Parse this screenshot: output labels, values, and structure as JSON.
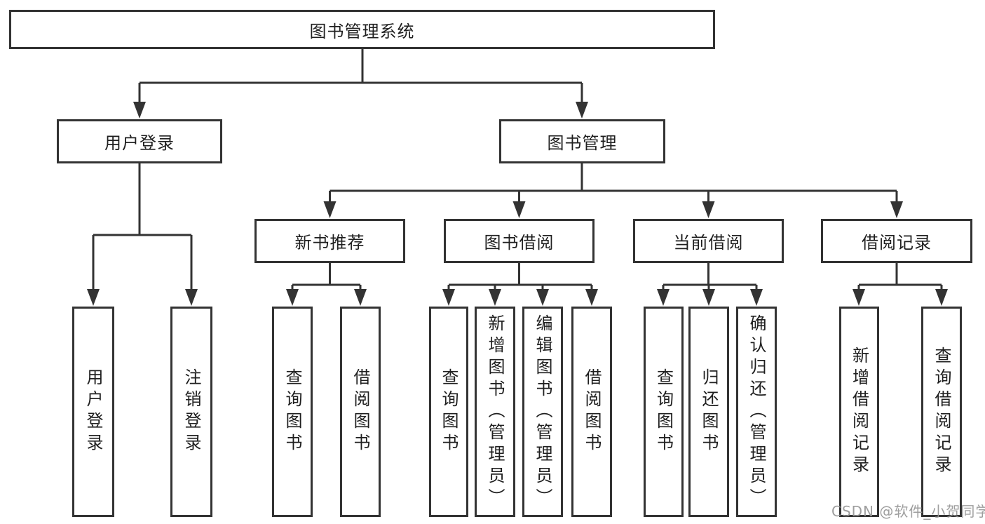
{
  "diagram": {
    "type": "hierarchy-tree",
    "title": "图书管理系统",
    "colors": {
      "background": "#ffffff",
      "line": "#333333",
      "box_border": "#333333",
      "text": "#1f1f1f",
      "watermark": "#969696"
    },
    "tree": {
      "root": {
        "label": "图书管理系统"
      },
      "branches": [
        {
          "label": "用户登录",
          "leaves": [
            {
              "label": "用户登录"
            },
            {
              "label": "注销登录"
            }
          ]
        },
        {
          "label": "图书管理",
          "children": [
            {
              "label": "新书推荐",
              "leaves": [
                {
                  "label": "查询图书"
                },
                {
                  "label": "借阅图书"
                }
              ]
            },
            {
              "label": "图书借阅",
              "leaves": [
                {
                  "label": "查询图书"
                },
                {
                  "label": "新增图书（管理员）"
                },
                {
                  "label": "编辑图书（管理员）"
                },
                {
                  "label": "借阅图书"
                }
              ]
            },
            {
              "label": "当前借阅",
              "leaves": [
                {
                  "label": "查询图书"
                },
                {
                  "label": "归还图书"
                },
                {
                  "label": "确认归还（管理员）"
                }
              ]
            },
            {
              "label": "借阅记录",
              "leaves": [
                {
                  "label": "新增借阅记录"
                },
                {
                  "label": "查询借阅记录"
                }
              ]
            }
          ]
        }
      ]
    },
    "watermark": {
      "text": "CSDN @软件_小贺同学"
    }
  }
}
